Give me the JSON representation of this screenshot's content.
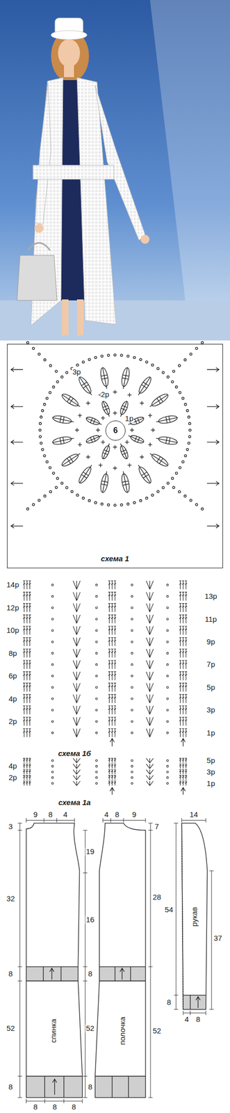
{
  "diagram": {
    "nodes": [
      {
        "text": [
          "схема 1"
        ]
      },
      {
        "text": [
          "6"
        ],
        "in": 0
      },
      {
        "text": [
          "спинка"
        ]
      },
      {
        "text": [
          "полочка"
        ]
      },
      {
        "text": [
          "рукав"
        ]
      }
    ],
    "labels": [
      "3р",
      "2р",
      "1р",
      "14р",
      "12р",
      "10р",
      "8р",
      "6р",
      "4р",
      "2р",
      "13р",
      "11р",
      "9р",
      "7р",
      "5р",
      "3р",
      "1р",
      "схема 1б",
      "4р",
      "2р",
      "5р",
      "3р",
      "1р",
      "схема 1а",
      "9",
      "8",
      "4",
      "3",
      "32",
      "8",
      "52",
      "8",
      "8",
      "8",
      "8",
      "4",
      "8",
      "9",
      "19",
      "16",
      "8",
      "52",
      "8",
      "7",
      "28",
      "52",
      "14",
      "54",
      "37",
      "8",
      "4",
      "8"
    ]
  }
}
